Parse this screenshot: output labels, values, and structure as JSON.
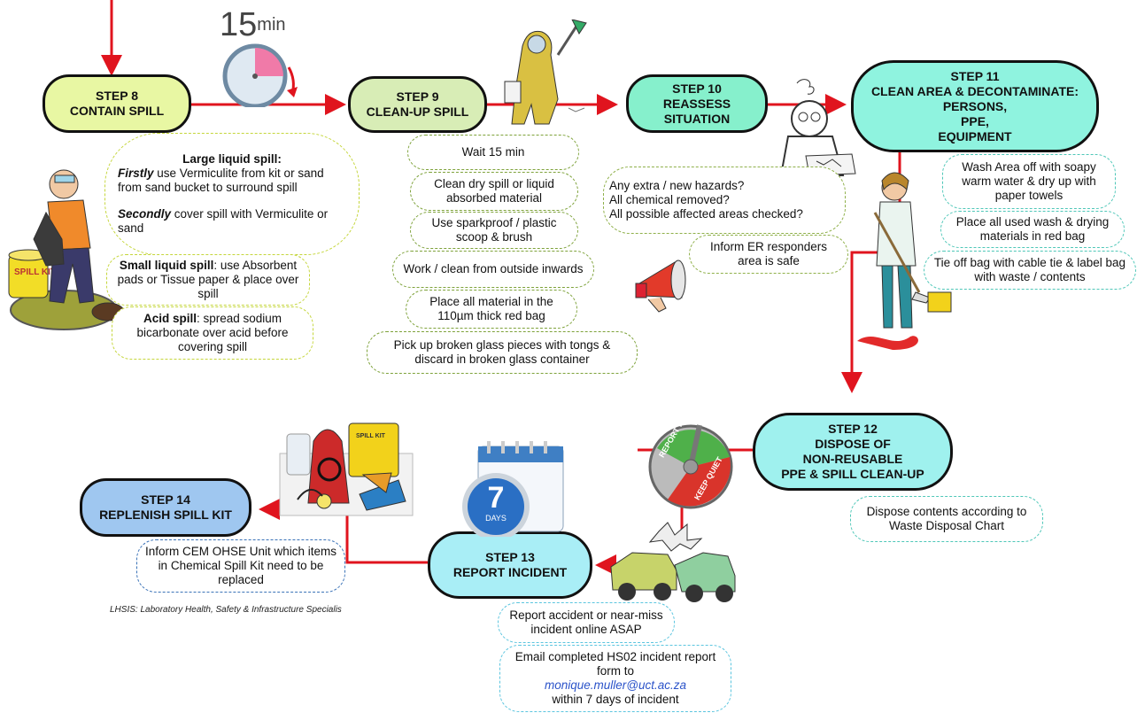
{
  "timer": {
    "number": "15",
    "unit": "min"
  },
  "steps": {
    "s8": {
      "l1": "STEP 8",
      "l2": "CONTAIN SPILL"
    },
    "s9": {
      "l1": "STEP 9",
      "l2": "CLEAN-UP SPILL"
    },
    "s10": {
      "l1": "STEP 10",
      "l2": "REASSESS",
      "l3": "SITUATION"
    },
    "s11": {
      "l1": "STEP 11",
      "l2": "CLEAN AREA & DECONTAMINATE:",
      "l3": "PERSONS,",
      "l4": "PPE,",
      "l5": "EQUIPMENT"
    },
    "s12": {
      "l1": "STEP 12",
      "l2": "DISPOSE OF",
      "l3": "NON-REUSABLE",
      "l4": "PPE & SPILL CLEAN-UP"
    },
    "s13": {
      "l1": "STEP 13",
      "l2": "REPORT INCIDENT"
    },
    "s14": {
      "l1": "STEP 14",
      "l2": "REPLENISH SPILL KIT"
    }
  },
  "step8_notes": {
    "large_title": "Large liquid spill:",
    "large_first_em": "Firstly",
    "large_first_rest": " use Vermiculite from kit or sand from sand bucket to surround spill",
    "large_second_em": "Secondly",
    "large_second_rest": " cover spill with Vermiculite or sand",
    "small_title": "Small liquid spill",
    "small_rest": ": use Absorbent pads or Tissue paper & place over spill",
    "acid_title": "Acid spill",
    "acid_rest": ": spread sodium bicarbonate over acid before covering spill"
  },
  "step9_notes": [
    "Wait 15 min",
    "Clean dry spill or liquid absorbed material",
    "Use sparkproof / plastic scoop & brush",
    "Work / clean from outside inwards",
    "Place all material in the 110µm thick red bag",
    "Pick up broken glass pieces with tongs & discard in broken glass container"
  ],
  "step10_notes": {
    "q1": "Any extra / new hazards?",
    "q2": "All chemical removed?",
    "q3": "All possible affected areas checked?",
    "inform": "Inform ER responders area is safe"
  },
  "step11_notes": [
    "Wash Area off with soapy warm water & dry up with paper towels",
    "Place all used wash & drying materials in red bag",
    "Tie off bag with cable tie & label bag with waste / contents"
  ],
  "step12_notes": [
    "Dispose contents according to Waste Disposal Chart"
  ],
  "step13_notes": {
    "report": "Report accident or near-miss incident online ASAP",
    "email_pre": "Email completed HS02 incident report form to",
    "email": "monique.muller@uct.ac.za",
    "email_post": "within 7 days of incident"
  },
  "step14_notes": [
    "Inform CEM OHSE Unit which items in Chemical Spill Kit need to be replaced"
  ],
  "calendar": {
    "number": "7",
    "label": "DAYS"
  },
  "spill_kit_label": "SPILL KIT",
  "toggle": {
    "on": "REPORT IT!",
    "off": "KEEP QUIET"
  },
  "footnote": "LHSIS: Laboratory Health, Safety & Infrastructure Specialis",
  "colors": {
    "arrow": "#e0141e",
    "step8": "#e8f7a3",
    "step9": "#d8edb6",
    "step10": "#86f0cc",
    "step11": "#8ff3df",
    "step12": "#9ff1ee",
    "step13": "#a9eef6",
    "step14": "#9fc7f0"
  }
}
